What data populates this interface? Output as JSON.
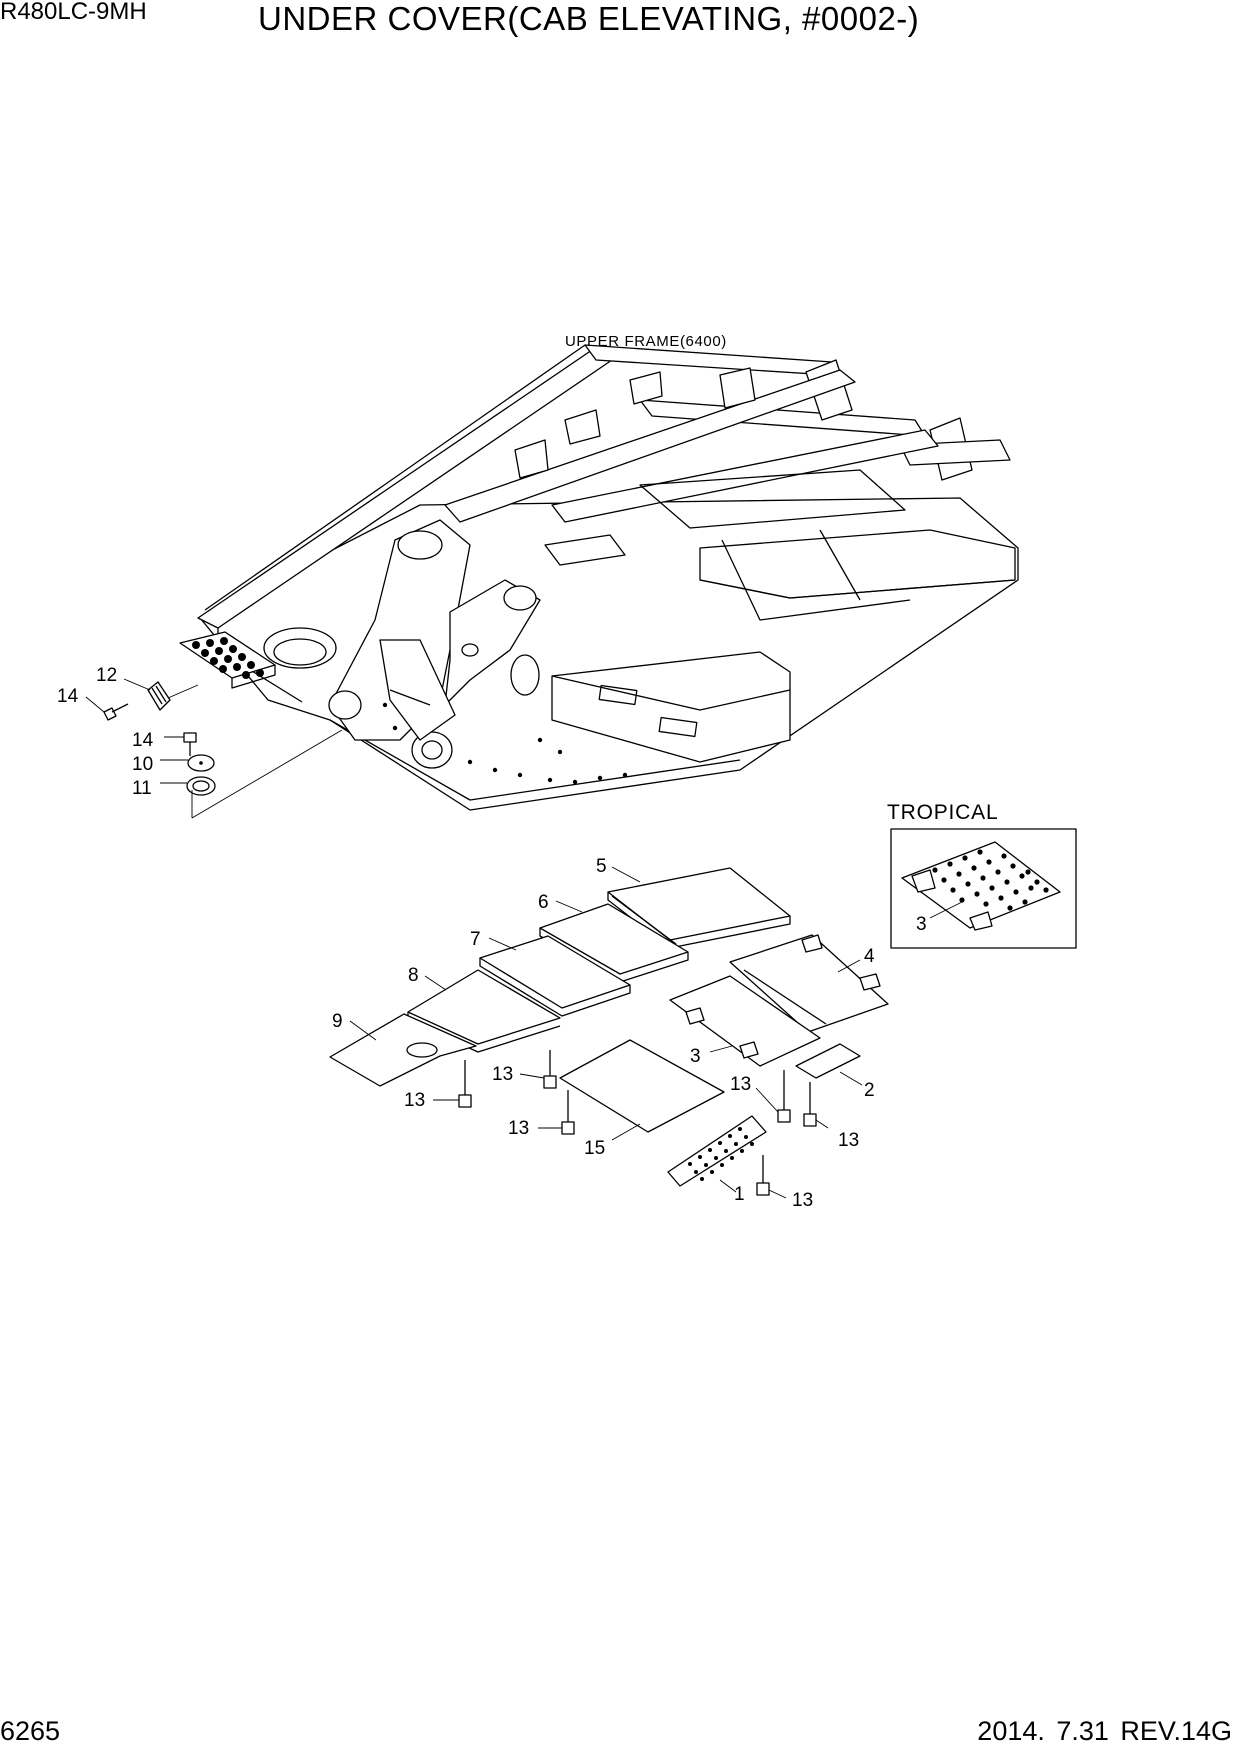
{
  "header": {
    "model": "R480LC-9MH",
    "title": "UNDER COVER(CAB ELEVATING, #0002-)"
  },
  "footer": {
    "page_number": "6265",
    "date_revision": "2014. 7.31  REV.14G"
  },
  "diagram": {
    "frame_label": "UPPER FRAME(6400)",
    "tropical_label": "TROPICAL",
    "callouts": {
      "c1": "1",
      "c2": "2",
      "c3": "3",
      "c3t": "3",
      "c4": "4",
      "c5": "5",
      "c6": "6",
      "c7": "7",
      "c8": "8",
      "c9": "9",
      "c10": "10",
      "c11": "11",
      "c12": "12",
      "c13a": "13",
      "c13b": "13",
      "c13c": "13",
      "c13d": "13",
      "c13e": "13",
      "c13f": "13",
      "c14a": "14",
      "c14b": "14",
      "c15": "15"
    }
  }
}
